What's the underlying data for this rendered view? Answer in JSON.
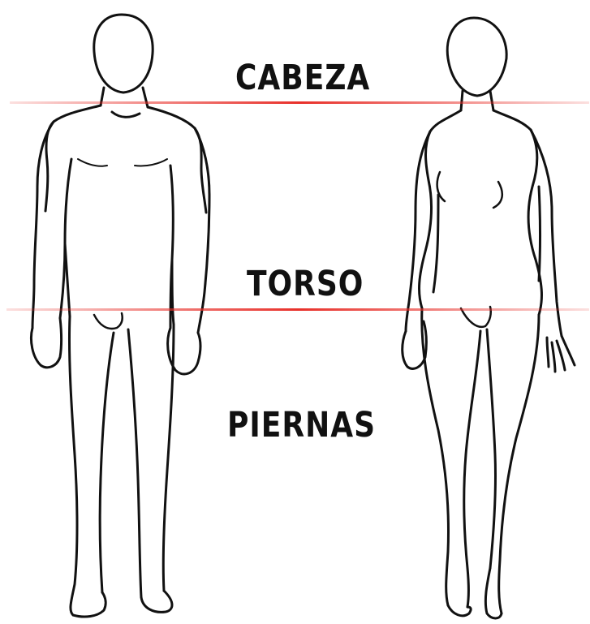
{
  "labels": {
    "head": "CABEZA",
    "torso": "TORSO",
    "legs": "PIERNAS"
  },
  "colors": {
    "divider": "#e8302a",
    "outline": "#111111",
    "background": "#ffffff"
  },
  "figures": [
    "male-figure",
    "female-figure"
  ]
}
